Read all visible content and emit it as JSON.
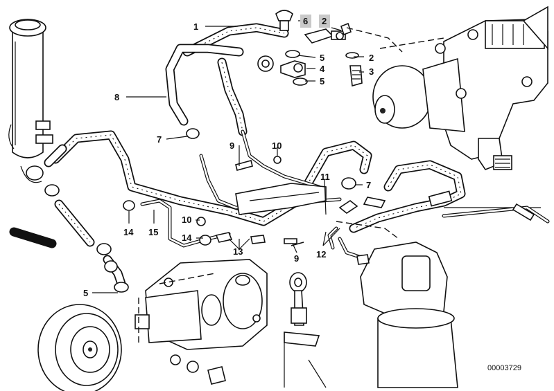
{
  "diagram": {
    "reference_number": "00003729",
    "callouts": [
      {
        "key": "c1",
        "label": "1",
        "boxed": false
      },
      {
        "key": "c6",
        "label": "6",
        "boxed": true
      },
      {
        "key": "c2a",
        "label": "2",
        "boxed": true
      },
      {
        "key": "c5a",
        "label": "5",
        "boxed": false
      },
      {
        "key": "c2b",
        "label": "2",
        "boxed": false
      },
      {
        "key": "c4",
        "label": "4",
        "boxed": false
      },
      {
        "key": "c3",
        "label": "3",
        "boxed": false
      },
      {
        "key": "c5b",
        "label": "5",
        "boxed": false
      },
      {
        "key": "c8",
        "label": "8",
        "boxed": false
      },
      {
        "key": "c7a",
        "label": "7",
        "boxed": false
      },
      {
        "key": "c9a",
        "label": "9",
        "boxed": false
      },
      {
        "key": "c10a",
        "label": "10",
        "boxed": false
      },
      {
        "key": "c11",
        "label": "11",
        "boxed": false
      },
      {
        "key": "c7b",
        "label": "7",
        "boxed": false
      },
      {
        "key": "c14a",
        "label": "14",
        "boxed": false
      },
      {
        "key": "c15",
        "label": "15",
        "boxed": false
      },
      {
        "key": "c10b",
        "label": "10",
        "boxed": false
      },
      {
        "key": "c14b",
        "label": "14",
        "boxed": false
      },
      {
        "key": "c13",
        "label": "13",
        "boxed": false
      },
      {
        "key": "c12",
        "label": "12",
        "boxed": false
      },
      {
        "key": "c9b",
        "label": "9",
        "boxed": false
      },
      {
        "key": "c5c",
        "label": "5",
        "boxed": false
      }
    ]
  }
}
